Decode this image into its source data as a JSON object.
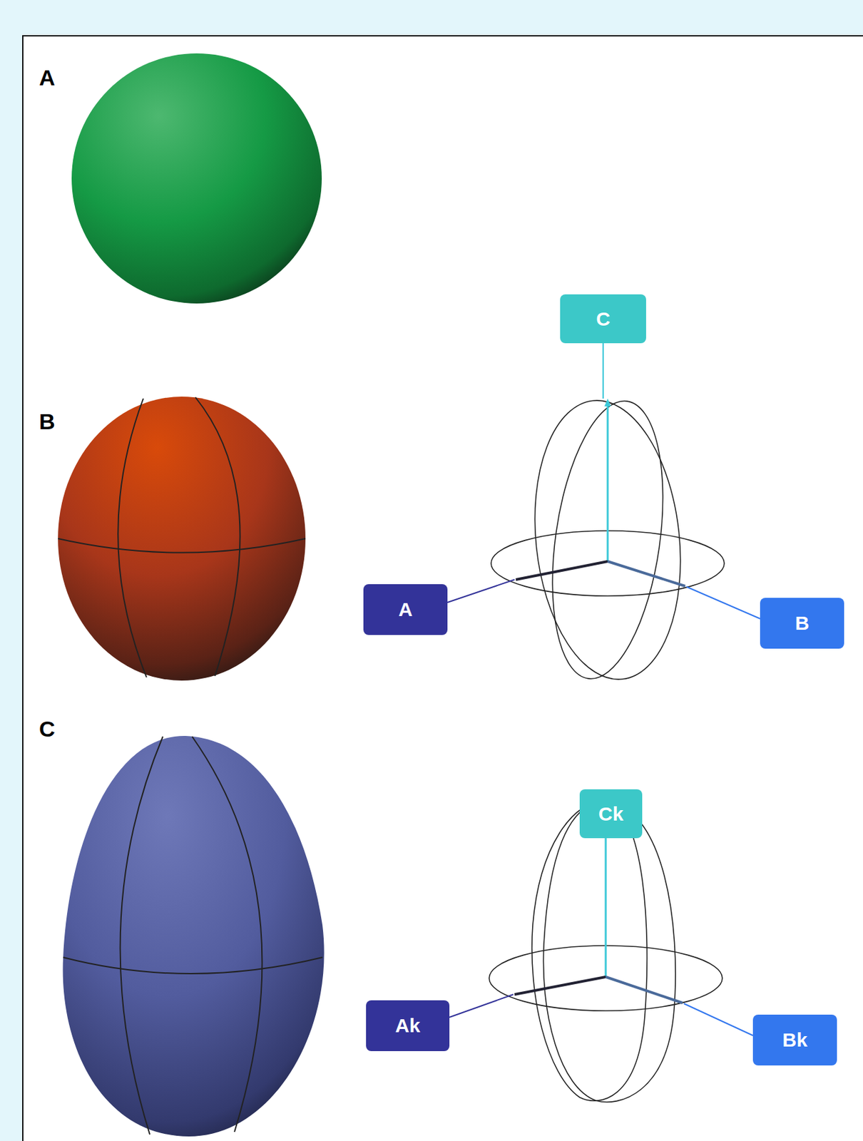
{
  "diagram": {
    "nodes": [
      {
        "text": [
          "C"
        ]
      },
      {
        "text": [
          "A"
        ]
      },
      {
        "text": [
          "B"
        ]
      },
      {
        "text": [
          "Ck"
        ]
      },
      {
        "text": [
          "Ak"
        ]
      },
      {
        "text": [
          "Bk"
        ]
      }
    ],
    "labels": [
      "A",
      "B",
      "C"
    ]
  }
}
